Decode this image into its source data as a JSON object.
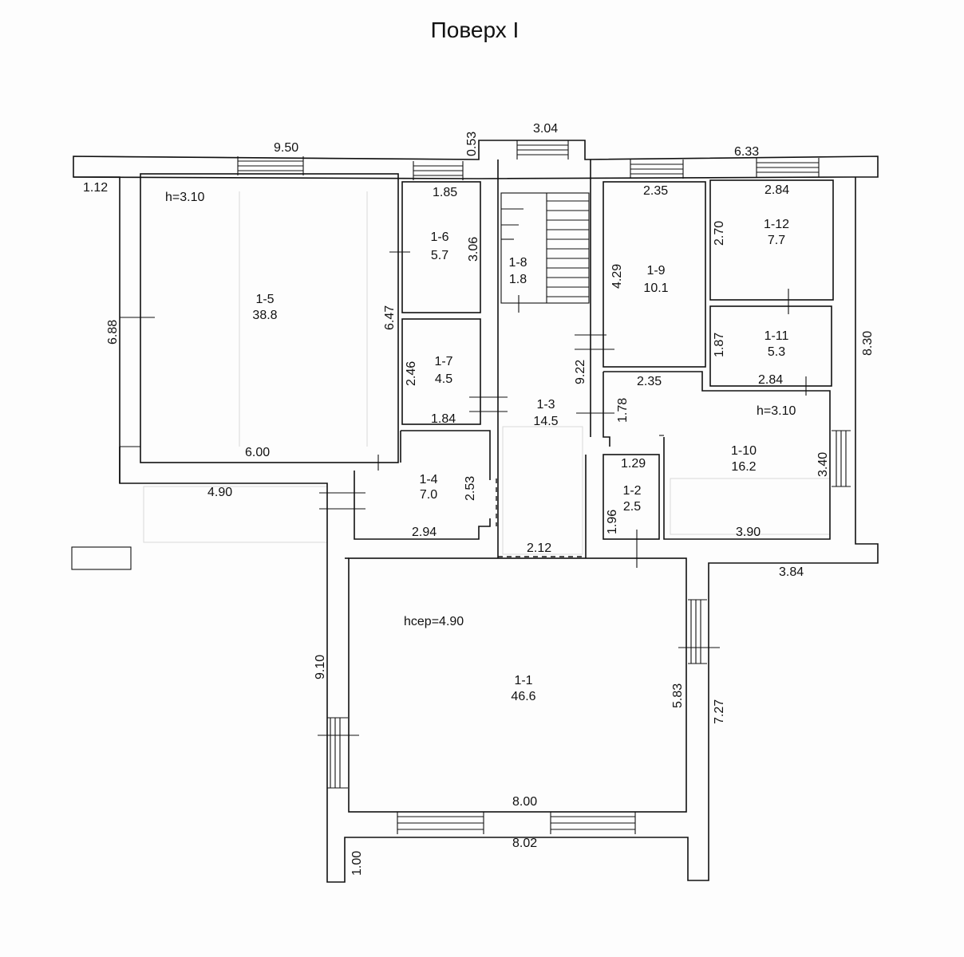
{
  "title": "Поверх I",
  "rooms": [
    {
      "id": "1-1",
      "area": "46.6"
    },
    {
      "id": "1-2",
      "area": "2.5"
    },
    {
      "id": "1-3",
      "area": "14.5"
    },
    {
      "id": "1-4",
      "area": "7.0"
    },
    {
      "id": "1-5",
      "area": "38.8"
    },
    {
      "id": "1-6",
      "area": "5.7"
    },
    {
      "id": "1-7",
      "area": "4.5"
    },
    {
      "id": "1-8",
      "area": "1.8"
    },
    {
      "id": "1-9",
      "area": "10.1"
    },
    {
      "id": "1-10",
      "area": "16.2"
    },
    {
      "id": "1-11",
      "area": "5.3"
    },
    {
      "id": "1-12",
      "area": "7.7"
    }
  ],
  "heights": {
    "room_1_5": "h=3.10",
    "room_1_10": "h=3.10",
    "room_1_1": "hсер=4.90"
  },
  "dimensions": {
    "top_left_width": "9.50",
    "top_left_return": "1.12",
    "top_stair_offset": "0.53",
    "top_stair_width": "3.04",
    "top_right_width": "6.33",
    "r15_height": "6.47",
    "r15_outer_height": "6.88",
    "r15_width": "6.00",
    "left_step": "4.90",
    "r16_width": "1.85",
    "r16_height": "3.06",
    "r17_height": "2.46",
    "r17_width": "1.84",
    "r14_height": "2.53",
    "r14_width": "2.94",
    "corridor_width": "2.12",
    "r13_height": "9.22",
    "r13_notch": "1.78",
    "r19_width": "2.35",
    "r19_height": "4.29",
    "r19_bottom": "2.35",
    "r112_width": "2.84",
    "r112_height": "2.70",
    "r111_height": "1.87",
    "r111_width": "2.84",
    "r110_height": "3.40",
    "r110_width": "3.90",
    "right_height": "8.30",
    "r12_width": "1.29",
    "r12_height": "1.96",
    "right_step": "3.84",
    "r11_inner_height": "5.83",
    "r11_outer_height": "7.27",
    "r11_left_height": "9.10",
    "r11_width": "8.00",
    "bottom_width": "8.02",
    "bottom_return": "1.00"
  }
}
